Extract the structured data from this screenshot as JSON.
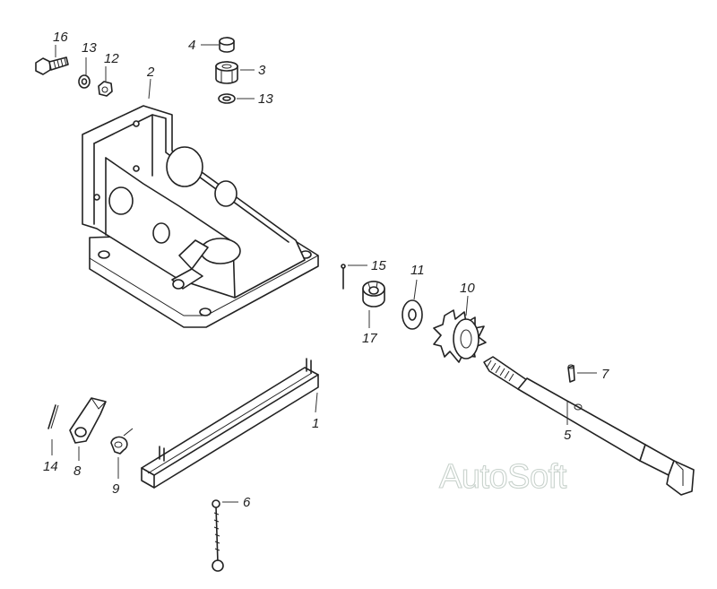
{
  "diagram": {
    "callouts": {
      "c1": "1",
      "c2": "2",
      "c3": "3",
      "c4": "4",
      "c5": "5",
      "c6": "6",
      "c7": "7",
      "c8": "8",
      "c9": "9",
      "c10": "10",
      "c11": "11",
      "c12": "12",
      "c13a": "13",
      "c13b": "13",
      "c14": "14",
      "c15": "15",
      "c16": "16",
      "c17": "17"
    },
    "watermark": "AutoSoft"
  }
}
